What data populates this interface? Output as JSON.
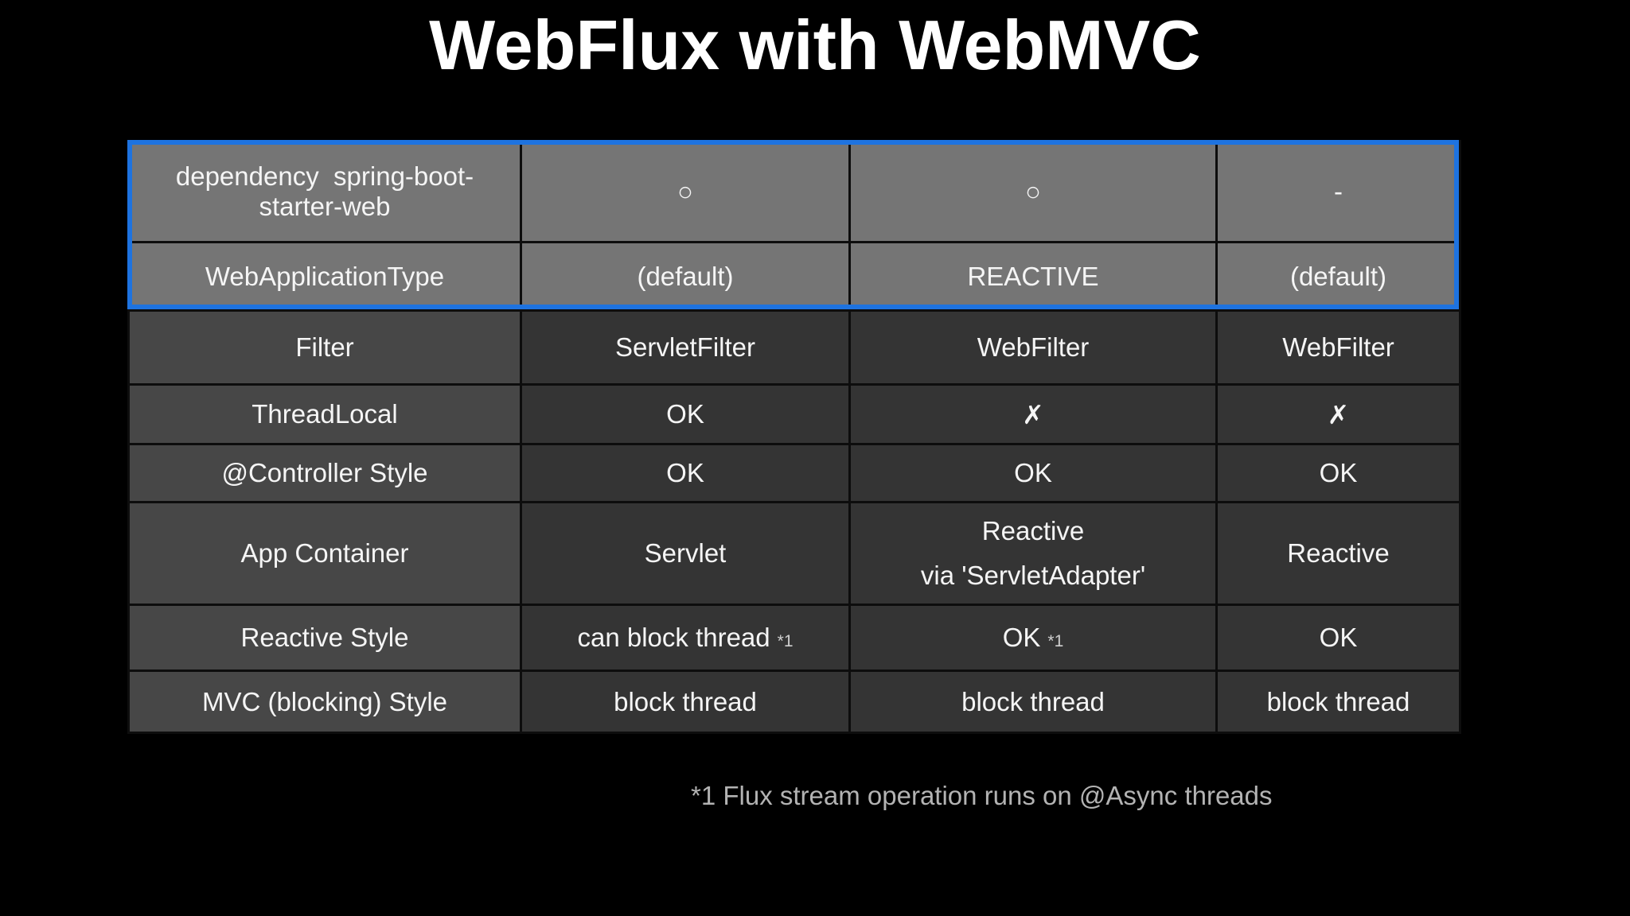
{
  "title": "WebFlux with WebMVC",
  "colors": {
    "page_bg": "#000000",
    "header_cell_bg": "#757575",
    "label_cell_bg": "#474747",
    "value_cell_bg": "#343434",
    "cell_border": "#0d0d0d",
    "header_ring_blue": "#1e73e0",
    "cell_text": "#f5f5f5",
    "footnote_text": "#b3b3b3"
  },
  "table": {
    "rows": [
      {
        "header": true,
        "cells": [
          {
            "text": "dependency  spring-boot-starter-web"
          },
          {
            "text": "○"
          },
          {
            "text": "○"
          },
          {
            "text": "-"
          }
        ]
      },
      {
        "header": true,
        "cells": [
          {
            "text": "WebApplicationType"
          },
          {
            "text": "(default)"
          },
          {
            "text": "REACTIVE"
          },
          {
            "text": "(default)"
          }
        ]
      },
      {
        "cells": [
          {
            "text": "Filter"
          },
          {
            "text": "ServletFilter"
          },
          {
            "text": "WebFilter"
          },
          {
            "text": "WebFilter"
          }
        ]
      },
      {
        "cells": [
          {
            "text": "ThreadLocal"
          },
          {
            "text": "OK"
          },
          {
            "text": "✗"
          },
          {
            "text": "✗"
          }
        ]
      },
      {
        "cells": [
          {
            "text": "@Controller Style"
          },
          {
            "text": "OK"
          },
          {
            "text": "OK"
          },
          {
            "text": "OK"
          }
        ]
      },
      {
        "cells": [
          {
            "text": "App Container"
          },
          {
            "text": "Servlet"
          },
          {
            "lines": [
              "Reactive",
              "via 'ServletAdapter'"
            ]
          },
          {
            "text": "Reactive"
          }
        ]
      },
      {
        "cells": [
          {
            "text": "Reactive Style"
          },
          {
            "text": "can block thread",
            "note": "*1"
          },
          {
            "text": "OK",
            "note": "*1"
          },
          {
            "text": "OK"
          }
        ]
      },
      {
        "cells": [
          {
            "text": "MVC (blocking) Style"
          },
          {
            "text": "block thread"
          },
          {
            "text": "block thread"
          },
          {
            "text": "block thread"
          }
        ]
      }
    ]
  },
  "footnote": "*1 Flux stream operation runs on @Async threads"
}
